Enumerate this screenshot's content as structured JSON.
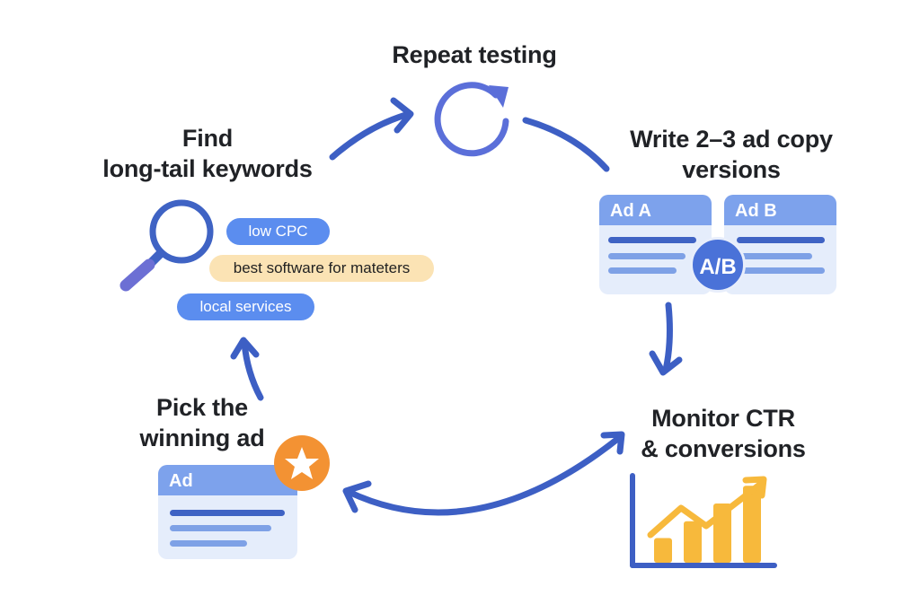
{
  "diagram": {
    "type": "cycle",
    "steps": [
      {
        "id": "find-keywords",
        "title_lines": [
          "Find",
          "long-tail keywords"
        ]
      },
      {
        "id": "repeat-testing",
        "title_lines": [
          "Repeat testing"
        ]
      },
      {
        "id": "write-ad-copy",
        "title_lines": [
          "Write 2–3 ad copy",
          "versions"
        ]
      },
      {
        "id": "monitor-ctr",
        "title_lines": [
          "Monitor CTR",
          "& conversions"
        ]
      },
      {
        "id": "pick-winner",
        "title_lines": [
          "Pick the",
          "winning ad"
        ]
      }
    ],
    "keyword_tags": [
      {
        "label": "low CPC",
        "style": "blue"
      },
      {
        "label": "best software for mateters",
        "style": "yellow"
      },
      {
        "label": "local services",
        "style": "blue"
      }
    ],
    "ad_cards": {
      "ad_a": "Ad A",
      "ad_b": "Ad B",
      "ab_badge": "A/B",
      "winner": "Ad"
    },
    "chart_icon": {
      "bars_relative": [
        0.25,
        0.42,
        0.6,
        0.78
      ],
      "trend": "up"
    },
    "icons": [
      "refresh-icon",
      "magnifier-icon",
      "star-icon",
      "bar-chart-icon"
    ],
    "colors": {
      "arrow": "#3d5fc4",
      "refresh": "#5b6fd9",
      "pill_blue": "#5b8def",
      "pill_yellow": "#fbe3b4",
      "card_header": "#7da2ec",
      "card_body": "#e5edfb",
      "star_badge": "#f39233",
      "chart_bars": "#f7b93c",
      "chart_axis": "#3d5fc4",
      "text": "#202226"
    }
  }
}
